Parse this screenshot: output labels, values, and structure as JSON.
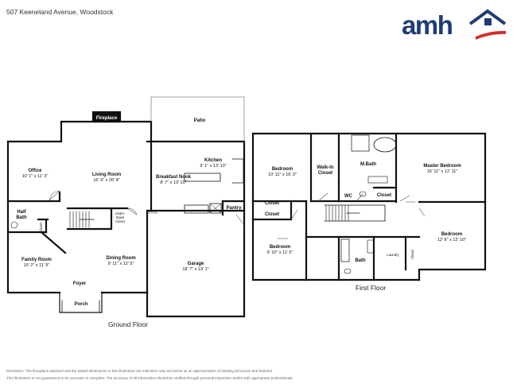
{
  "header": {
    "address": "507 Keeneland Avenue, Woodstock"
  },
  "brand": {
    "logo_text": "amh",
    "colors": {
      "navy": "#1f3c74",
      "red": "#d32f2f"
    }
  },
  "floors": {
    "ground_label": "Ground Floor",
    "first_label": "First Floor"
  },
  "ground": {
    "fireplace": "Fireplace",
    "patio": "Patio",
    "office": {
      "name": "Office",
      "dims": "10' 1\" x 11' 3\""
    },
    "living": {
      "name": "Living Room",
      "dims": "16' 9\" x 20' 4\""
    },
    "kitchen": {
      "name": "Kitchen",
      "dims": "9' 1\" x 13' 10\""
    },
    "breakfast": {
      "name": "Breakfast Nook",
      "dims": "8' 7\" x 13' 10\""
    },
    "half_bath": {
      "line1": "Half",
      "line2": "Bath"
    },
    "closet": "Closet",
    "under_stairs": {
      "line1": "Under-",
      "line2": "Stairs",
      "line3": "Closet"
    },
    "pantry": "Pantry",
    "family": {
      "name": "Family Room",
      "dims": "10' 2\" x 11' 5\""
    },
    "dining": {
      "name": "Dining Room",
      "dims": "9' 11\" x 12' 5\""
    },
    "garage": {
      "name": "Garage",
      "dims": "18' 7\" x 19' 1\""
    },
    "foyer": "Foyer",
    "porch": "Porch"
  },
  "first": {
    "bedroom_a": {
      "name": "Bedroom",
      "dims": "10' 11\" x 16' 3\""
    },
    "walkin": {
      "line1": "Walk-In",
      "line2": "Closet"
    },
    "mbath": "M.Bath",
    "master": {
      "name": "Master Bedroom",
      "dims": "16' 11\" x 12' 11\""
    },
    "wc": "WC",
    "closet_m": "Closet",
    "closet_1": "Closet",
    "closet_2": "Closet",
    "bedroom_b": {
      "name": "Bedroom",
      "dims": "9' 10\" x 11' 5\""
    },
    "bath": "Bath",
    "laundry": "Laundry",
    "closet_v": "Closet",
    "bedroom_c": {
      "name": "Bedroom",
      "dims": "12' 8\" x 12' 10\""
    }
  },
  "disclaimer": {
    "line1": "Disclaimer: The floorplans depicted and the stated dimensions in this illustration are indicative only and serve as an approximation of existing structures and features.",
    "line2": "This illustration is not guaranteed to be accurate or complete. The accuracy of all information should be verified through personal inspection and/or with appropriate professionals."
  }
}
